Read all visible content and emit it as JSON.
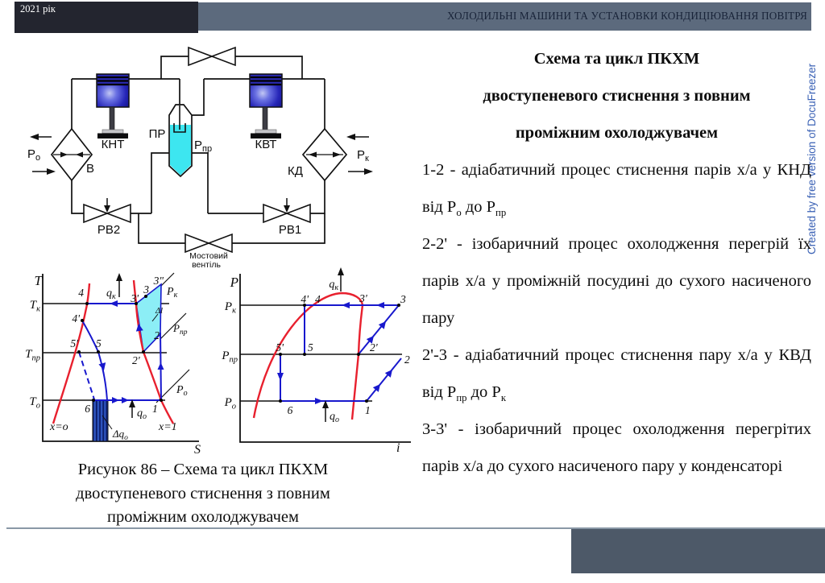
{
  "header": {
    "year": "2021 рік",
    "course_title": "ХОЛОДИЛЬНІ МАШИНИ ТА УСТАНОВКИ КОНДИЦІЮВАННЯ ПОВІТРЯ"
  },
  "watermark": "Created by free version of DocuFreezer",
  "colors": {
    "header_bar": "#5c6a7d",
    "header_box": "#23252f",
    "footer_block": "#4d5968",
    "watermark_blue": "#3a61b5",
    "cycle_blue": "#1818cd",
    "saturation_red": "#e8202e",
    "liquid_cyan": "#3de6f0",
    "area_cyan": "#8ceef6"
  },
  "schematic": {
    "compressor_low": "КНТ",
    "compressor_high": "КВТ",
    "vessel": "ПР",
    "vessel_pressure_m": "Р",
    "vessel_pressure_s": "пр",
    "evaporator": "В",
    "evap_pressure_m": "Р",
    "evap_pressure_s": "о",
    "condenser": "КД",
    "cond_pressure_m": "Р",
    "cond_pressure_s": "к",
    "valve_left": "РВ2",
    "valve_right": "РВ1",
    "bridge_valve_line1": "Мостовий",
    "bridge_valve_line2": "вентіль"
  },
  "ts": {
    "axis_y": "Т",
    "axis_x": "S",
    "tk_m": "Т",
    "tk_s": "к",
    "tpr_m": "Т",
    "tpr_s": "пр",
    "to_m": "Т",
    "to_s": "о",
    "rk_m": "Р",
    "rk_s": "к",
    "rpr_m": "Р",
    "rpr_s": "пр",
    "ro_m": "Р",
    "ro_s": "о",
    "qk_m": "q",
    "qk_s": "к",
    "qo_m": "q",
    "qo_s": "о",
    "dqo_m": "Δq",
    "dqo_s": "о",
    "dl": "Δl",
    "x0": "х=о",
    "x1": "х=1",
    "n1": "1",
    "n2": "2",
    "n2p": "2'",
    "n3": "3",
    "n3p": "3'",
    "n3pp": "3\"",
    "n4": "4",
    "n4p": "4'",
    "n5": "5",
    "n5p": "5'",
    "n6": "6"
  },
  "pi": {
    "axis_y": "Р",
    "axis_x": "i",
    "rk_m": "Р",
    "rk_s": "к",
    "rpr_m": "Р",
    "rpr_s": "пр",
    "ro_m": "Р",
    "ro_s": "о",
    "qk_m": "q",
    "qk_s": "к",
    "qo_m": "q",
    "qo_s": "о",
    "n1": "1",
    "n2": "2",
    "n2p": "2'",
    "n3": "3",
    "n3p": "3'",
    "n4": "4",
    "n4p": "4'",
    "n5": "5",
    "n5p": "5'",
    "n6": "6"
  },
  "figure": {
    "caption_lines": [
      "Рисунок 86  – Схема та цикл ПКХМ",
      "двоступеневого стиснення з повним",
      "проміжним охолоджувачем"
    ]
  },
  "right_panel": {
    "title_lines": [
      "Схема та цикл ПКХМ",
      "двоступеневого стиснення з повним",
      "проміжним охолоджувачем"
    ],
    "paragraphs": [
      [
        {
          "t": "1-2 - адіабатичний процес стиснення парів х/а у КНД від Р"
        },
        {
          "t": "о",
          "sub": true
        },
        {
          "t": " до Р"
        },
        {
          "t": "пр",
          "sub": true
        }
      ],
      [
        {
          "t": "2-2' - ізобаричний процес охолодження перегрій їх парів х/а у проміжній посудині до сухого насиченого пару"
        }
      ],
      [
        {
          "t": "2'-3 - адіабатичний процес стиснення пару х/а у КВД від Р"
        },
        {
          "t": "пр",
          "sub": true
        },
        {
          "t": " до Р"
        },
        {
          "t": "к",
          "sub": true
        }
      ],
      [
        {
          "t": "3-3' - ізобаричний процес охолодження перегрітих парів х/а до сухого насиченого пару у конденсаторі"
        }
      ]
    ]
  }
}
